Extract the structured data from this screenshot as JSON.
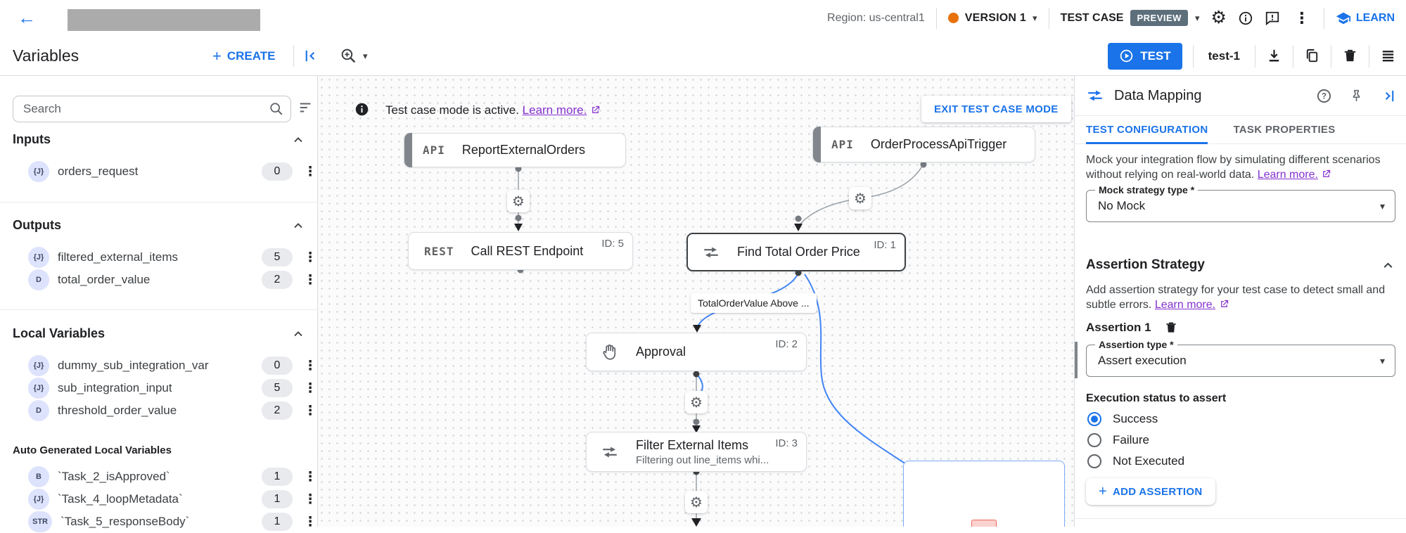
{
  "colors": {
    "accent": "#1a73e8",
    "version_dot": "#e8710a",
    "preview_badge": "#5c6f7b",
    "link_purple": "#8430ce",
    "edge_blue": "#4285f4"
  },
  "icons": {
    "caret_down": "▾",
    "more_vertical": "⋮",
    "gear": "⚙",
    "back_arrow": "←",
    "plus": "+"
  },
  "topbar": {
    "region": "Region: us-central1",
    "version_label": "VERSION 1",
    "test_case_label": "TEST CASE",
    "preview_badge": "PREVIEW",
    "learn_label": "LEARN"
  },
  "toolbar": {
    "title": "Variables",
    "create_label": "CREATE",
    "test_label": "TEST",
    "test_name": "test-1"
  },
  "sidebar": {
    "search_placeholder": "Search",
    "sections": [
      {
        "title": "Inputs",
        "items": [
          {
            "icon": "{J}",
            "name": "orders_request",
            "count": "0"
          }
        ]
      },
      {
        "title": "Outputs",
        "items": [
          {
            "icon": "{J}",
            "name": "filtered_external_items",
            "count": "5"
          },
          {
            "icon": "D",
            "name": "total_order_value",
            "count": "2"
          }
        ]
      },
      {
        "title": "Local Variables",
        "items": [
          {
            "icon": "{J}",
            "name": "dummy_sub_integration_var",
            "count": "0"
          },
          {
            "icon": "{J}",
            "name": "sub_integration_input",
            "count": "5"
          },
          {
            "icon": "D",
            "name": "threshold_order_value",
            "count": "2"
          }
        ]
      },
      {
        "title": "Auto Generated Local Variables",
        "items": [
          {
            "icon": "B",
            "name": "`Task_2_isApproved`",
            "count": "1"
          },
          {
            "icon": "{J}",
            "name": "`Task_4_loopMetadata`",
            "count": "1"
          },
          {
            "icon": "STR",
            "name": "`Task_5_responseBody`",
            "count": "1"
          }
        ]
      }
    ]
  },
  "canvas": {
    "banner": {
      "message": "Test case mode is active.",
      "link": "Learn more.",
      "exit_button": "EXIT TEST CASE MODE"
    },
    "edge_label": "TotalOrderValue Above ...",
    "nodes": {
      "report": {
        "type_label": "API",
        "label": "ReportExternalOrders"
      },
      "trigger": {
        "type_label": "API",
        "label": "OrderProcessApiTrigger"
      },
      "rest": {
        "type_label": "REST",
        "label": "Call REST Endpoint",
        "id": "ID: 5"
      },
      "find": {
        "label": "Find Total Order Price",
        "id": "ID: 1"
      },
      "approval": {
        "label": "Approval",
        "id": "ID: 2"
      },
      "filter": {
        "label": "Filter External Items",
        "subtitle": "Filtering out line_items whi...",
        "id": "ID: 3"
      }
    }
  },
  "panel": {
    "title": "Data Mapping",
    "tabs": [
      {
        "label": "TEST CONFIGURATION"
      },
      {
        "label": "TASK PROPERTIES"
      }
    ],
    "mock": {
      "text": "Mock your integration flow by simulating different scenarios without relying on real-world data.",
      "link": "Learn more.",
      "select_label": "Mock strategy type *",
      "select_value": "No Mock"
    },
    "assertion": {
      "heading": "Assertion Strategy",
      "text": "Add assertion strategy for your test case to detect small and subtle errors.",
      "link": "Learn more.",
      "item_label": "Assertion 1",
      "type_label": "Assertion type *",
      "type_value": "Assert execution",
      "status_label": "Execution status to assert",
      "options": [
        {
          "label": "Success",
          "selected": true
        },
        {
          "label": "Failure",
          "selected": false
        },
        {
          "label": "Not Executed",
          "selected": false
        }
      ],
      "add_label": "ADD ASSERTION"
    }
  }
}
